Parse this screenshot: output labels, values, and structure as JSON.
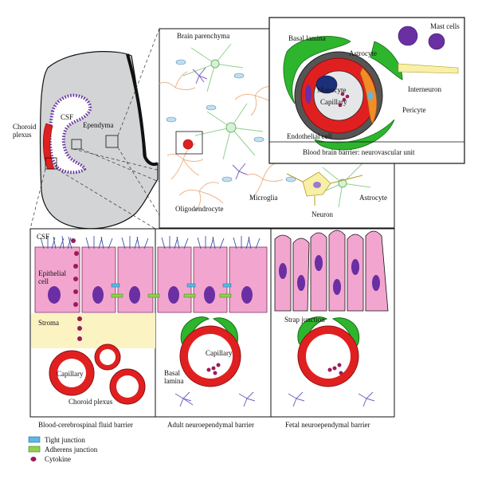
{
  "labels": {
    "csf_top": "CSF",
    "ependyma": "Ependyma",
    "choroid_plexus_left": "Choroid\nplexus",
    "brain_parenchyma": "Brain parenchyma",
    "basal_lamina_top": "Basal lamina",
    "astrocyte_top": "Astrocyte",
    "mast_cells": "Mast cells",
    "monocyte": "Monocyte",
    "capillary_top": "Capillary",
    "interneuron": "Interneuron",
    "pericyte": "Pericyte",
    "endothelial_cell": "Endothelial cell",
    "bbb_caption": "Blood brain barrier: neurovascular unit",
    "microglia": "Microglia",
    "astrocyte_right": "Astrocyte",
    "oligodendrocyte": "Oligodendrocyte",
    "neuron": "Neuron",
    "csf_bottom": "CSF",
    "epithelial_cell": "Epithelial\ncell",
    "stroma": "Stroma",
    "capillary_left": "Capillary",
    "choroid_plexus_bottom": "Choroid plexus",
    "capillary_mid": "Capillary",
    "basal_lamina_mid": "Basal\nlamina",
    "strap_junction": "Strap junction"
  },
  "captions": {
    "bcsfb": "Blood-cerebrospinal fluid barrier",
    "adult": "Adult neuroependymal barrier",
    "fetal": "Fetal neuroependymal barrier"
  },
  "legend": {
    "tight_junction": "Tight junction",
    "adherens_junction": "Adherens junction",
    "cytokine": "Cytokine"
  },
  "colors": {
    "tight_junction": "#5bb8e6",
    "adherens_junction": "#8fd14f",
    "cytokine": "#9b1b5a",
    "epithelium": "#f2a6cf",
    "nucleus": "#6a2fa3",
    "capillary_red": "#e02020",
    "astrocyte_green": "#2db52d",
    "stroma": "#fbf3c2",
    "brain_gray": "#d2d4d6"
  }
}
